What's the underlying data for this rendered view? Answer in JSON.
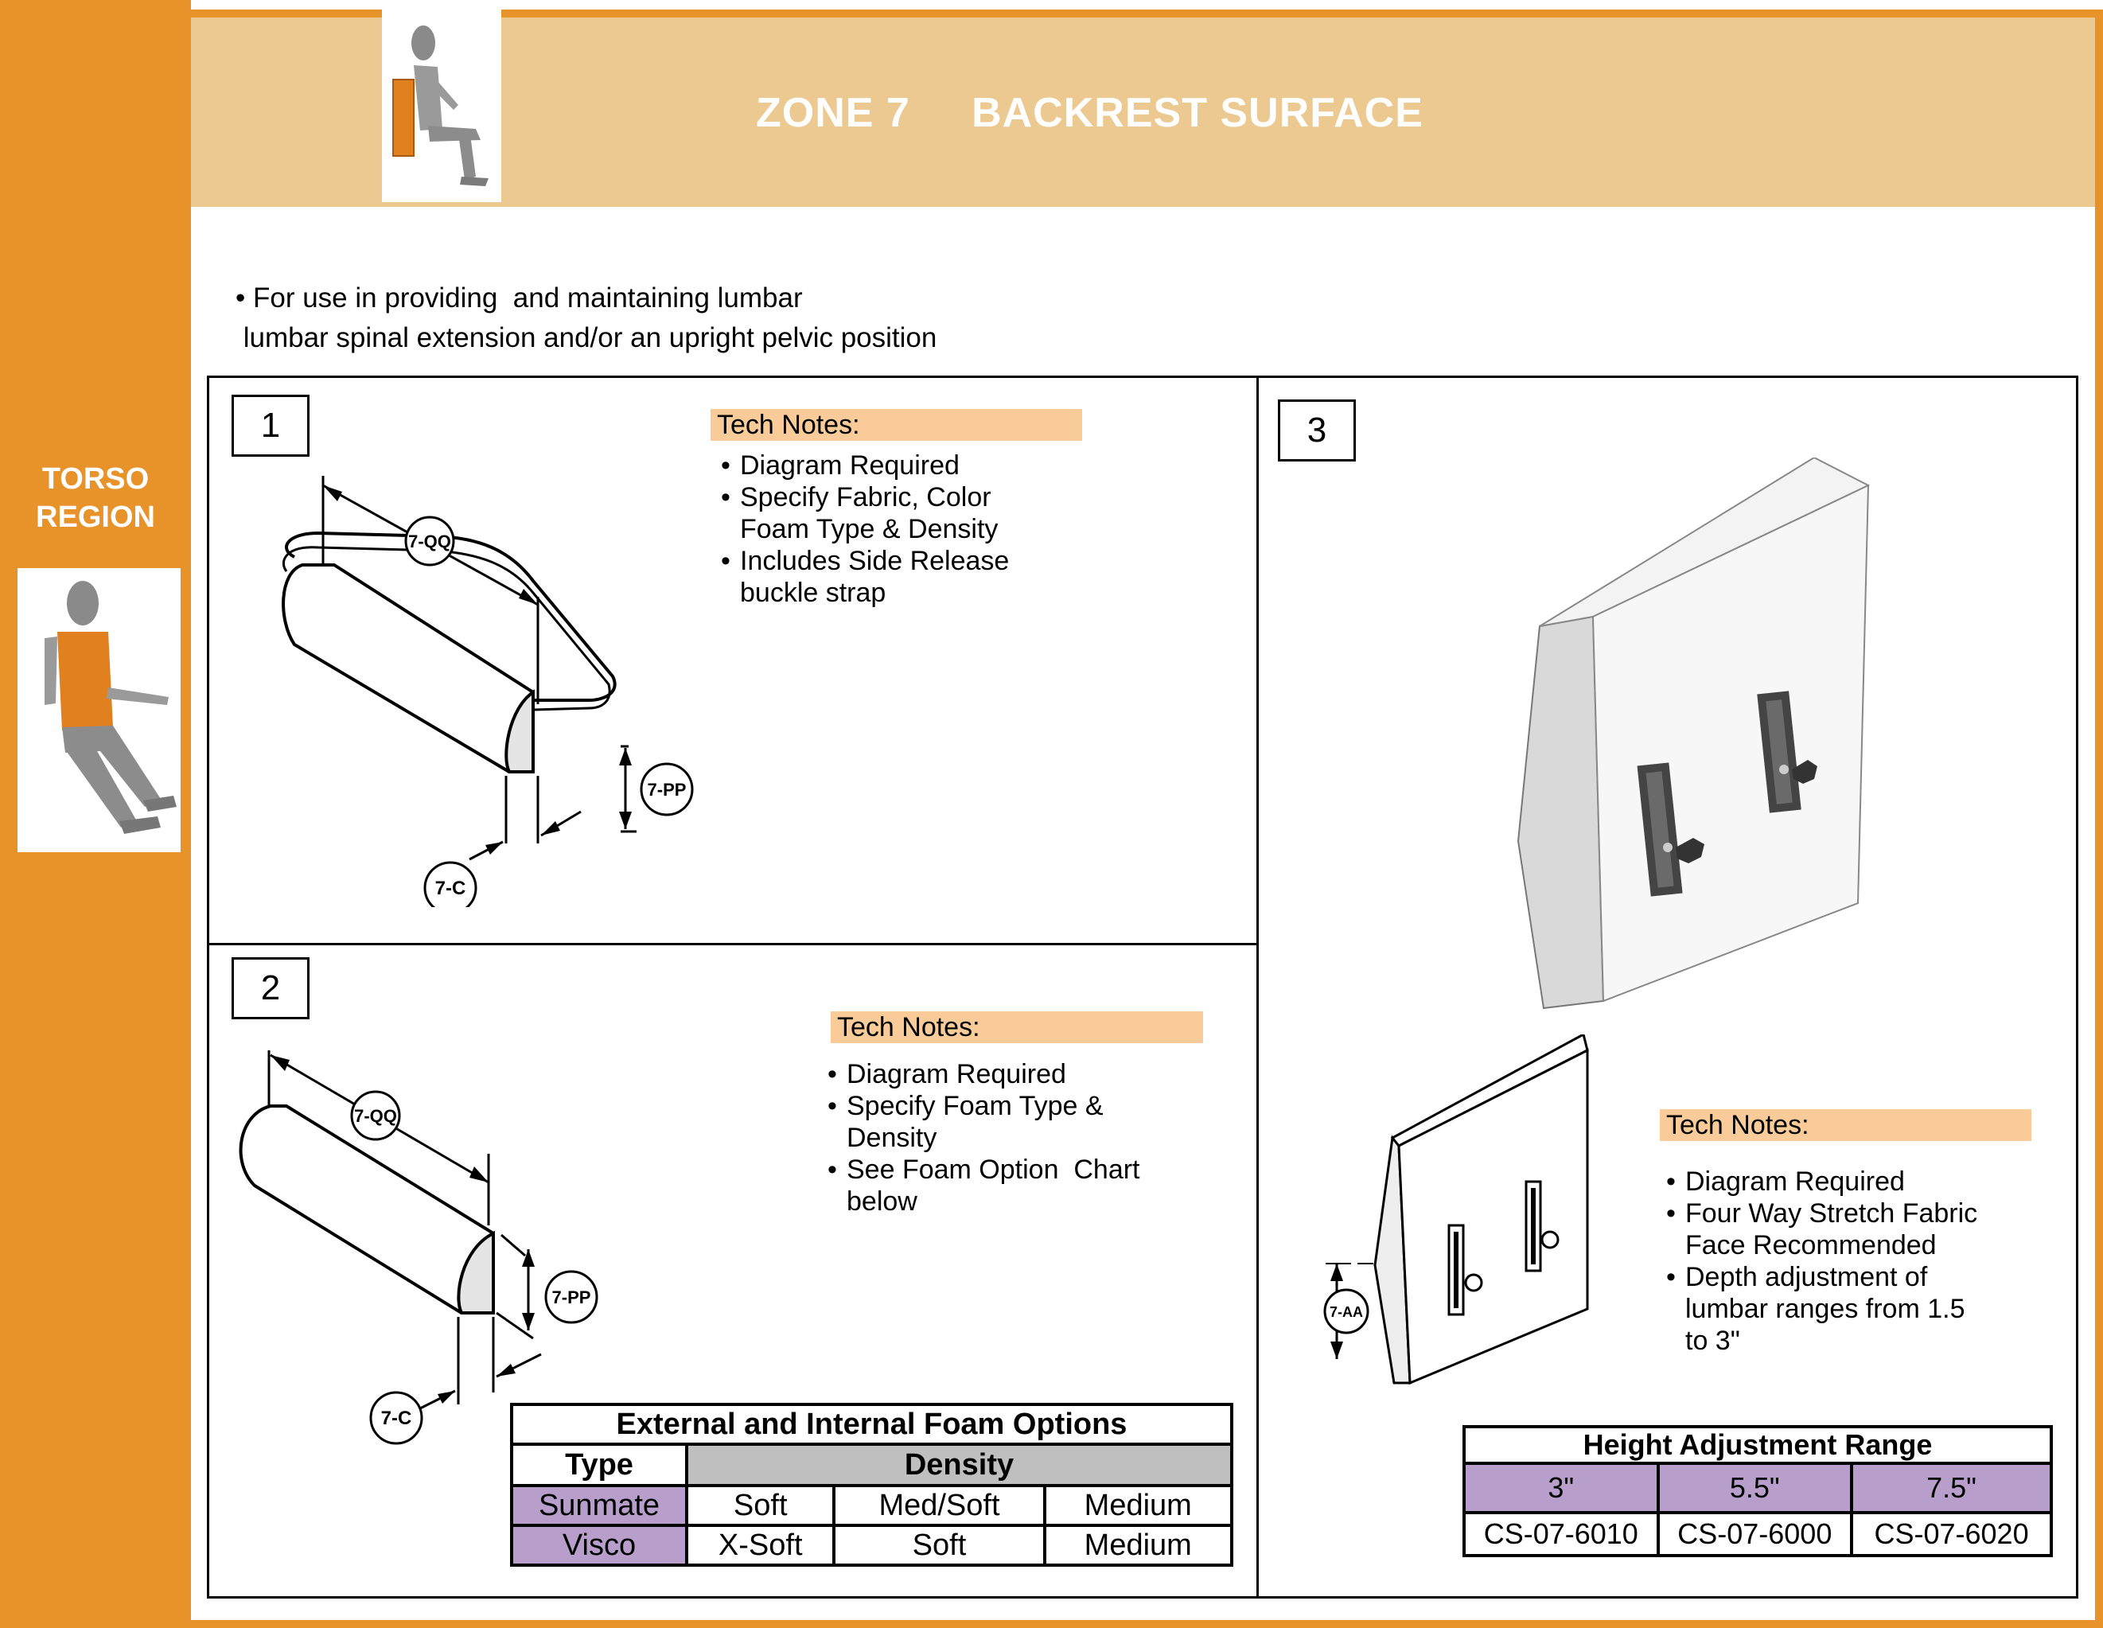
{
  "header": {
    "zone": "ZONE 7",
    "title": "BACKREST SURFACE"
  },
  "sidebar": {
    "region_line1": "TORSO",
    "region_line2": "REGION"
  },
  "intro": {
    "line1": "• For use in providing  and maintaining lumbar",
    "line2": " lumbar spinal extension and/or an upright pelvic position"
  },
  "panels": [
    {
      "number": "1",
      "tech_notes_title": "Tech Notes:",
      "notes": [
        "Diagram Required",
        "Specify Fabric, Color",
        "Foam Type & Density",
        "Includes Side Release",
        "buckle strap"
      ],
      "callouts": [
        "7-QQ",
        "7-PP",
        "7-C"
      ]
    },
    {
      "number": "2",
      "tech_notes_title": "Tech Notes:",
      "notes": [
        "Diagram Required",
        "Specify Foam Type &",
        "Density",
        "See Foam Option  Chart",
        "below"
      ],
      "callouts": [
        "7-QQ",
        "7-PP",
        "7-C"
      ]
    },
    {
      "number": "3",
      "tech_notes_title": "Tech Notes:",
      "notes": [
        "Diagram Required",
        "Four Way Stretch Fabric",
        "Face Recommended",
        "Depth adjustment of",
        "lumbar ranges from 1.5",
        "to 3\""
      ],
      "callouts": [
        "7-AA"
      ]
    }
  ],
  "foam_table": {
    "title": "External and Internal Foam Options",
    "col_type": "Type",
    "col_density": "Density",
    "rows": [
      {
        "type": "Sunmate",
        "d1": "Soft",
        "d2": "Med/Soft",
        "d3": "Medium"
      },
      {
        "type": "Visco",
        "d1": "X-Soft",
        "d2": "Soft",
        "d3": "Medium"
      }
    ]
  },
  "height_table": {
    "title": "Height Adjustment Range",
    "heights": [
      "3\"",
      "5.5\"",
      "7.5\""
    ],
    "parts": [
      "CS-07-6010",
      "CS-07-6000",
      "CS-07-6020"
    ]
  },
  "colors": {
    "frame_orange": "#E8922A",
    "header_tan": "#EBC990",
    "tech_note_peach": "#F9CB99",
    "table_purple": "#B89ECA",
    "table_grey": "#BFBFBF"
  }
}
